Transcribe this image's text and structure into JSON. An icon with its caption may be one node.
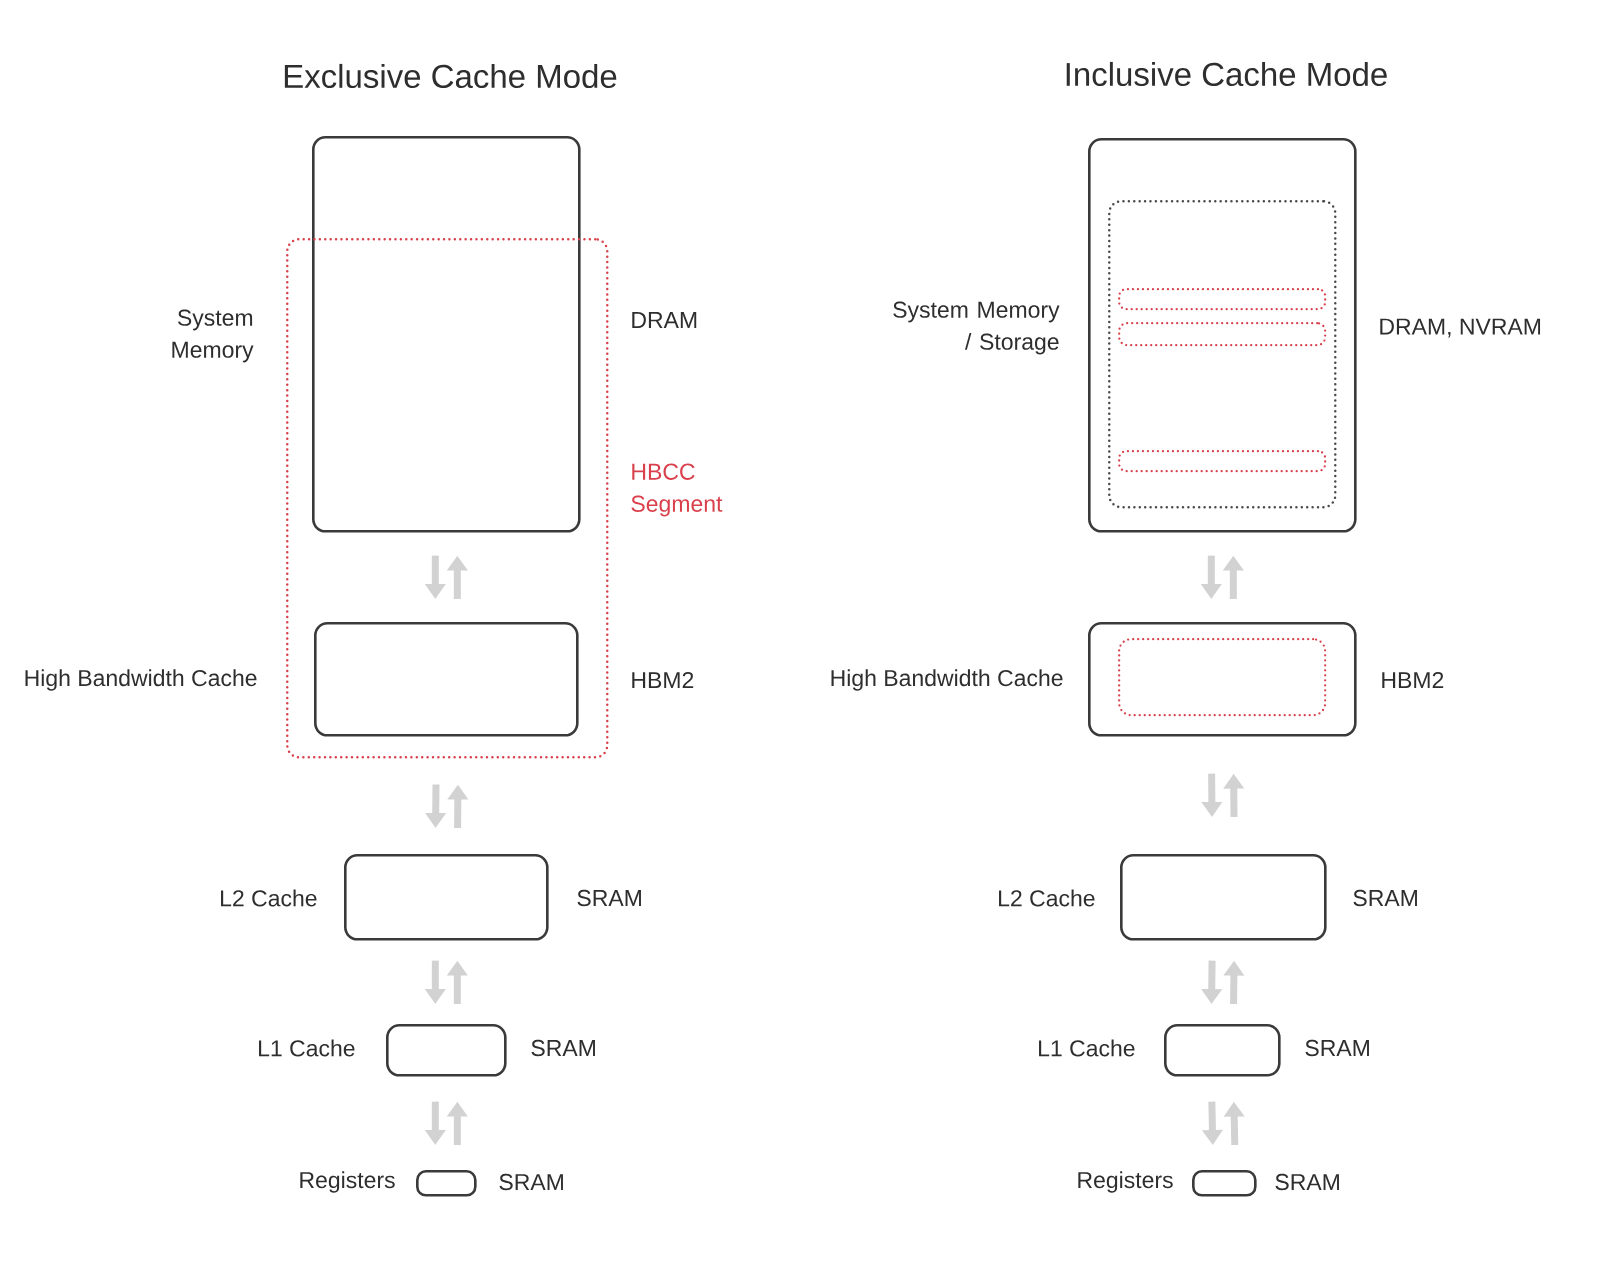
{
  "diagram": {
    "nodes": [
      {
        "text": [],
        "shape": "box",
        "beside": [
          "System Memory",
          "DRAM"
        ]
      },
      {
        "text": [],
        "shape": "box",
        "beside": [
          "HBCC Segment"
        ]
      },
      {
        "text": [],
        "shape": "box",
        "in": 1,
        "beside": [
          "High Bandwidth Cache",
          "HBM2"
        ]
      },
      {
        "text": [],
        "shape": "box",
        "beside": [
          "L2 Cache",
          "SRAM"
        ]
      },
      {
        "text": [],
        "shape": "box",
        "beside": [
          "L1 Cache",
          "SRAM"
        ]
      },
      {
        "text": [],
        "shape": "box",
        "beside": [
          "Registers",
          "SRAM"
        ]
      },
      {
        "text": [],
        "shape": "box",
        "beside": [
          "System Memory / Storage",
          "DRAM, NVRAM"
        ]
      },
      {
        "text": [],
        "shape": "box",
        "in": 6
      },
      {
        "text": [],
        "shape": "box",
        "in": 7
      },
      {
        "text": [],
        "shape": "box",
        "in": 7
      },
      {
        "text": [],
        "shape": "box",
        "in": 7
      },
      {
        "text": [],
        "shape": "box",
        "beside": [
          "High Bandwidth Cache",
          "HBM2"
        ]
      },
      {
        "text": [],
        "shape": "box",
        "in": 11
      },
      {
        "text": [],
        "shape": "box",
        "beside": [
          "L2 Cache",
          "SRAM"
        ]
      },
      {
        "text": [],
        "shape": "box",
        "beside": [
          "L1 Cache",
          "SRAM"
        ]
      },
      {
        "text": [],
        "shape": "box",
        "beside": [
          "Registers",
          "SRAM"
        ]
      }
    ],
    "edges": [
      {
        "from": 0,
        "to": 2,
        "arrow": "to"
      },
      {
        "from": 2,
        "to": 0,
        "arrow": "to"
      },
      {
        "from": 1,
        "to": 3,
        "arrow": "to"
      },
      {
        "from": 3,
        "to": 1,
        "arrow": "to"
      },
      {
        "from": 3,
        "to": 4,
        "arrow": "to"
      },
      {
        "from": 4,
        "to": 3,
        "arrow": "to"
      },
      {
        "from": 4,
        "to": 5,
        "arrow": "to"
      },
      {
        "from": 5,
        "to": 4,
        "arrow": "to"
      },
      {
        "from": 6,
        "to": 11,
        "arrow": "to"
      },
      {
        "from": 11,
        "to": 6,
        "arrow": "to"
      },
      {
        "from": 11,
        "to": 13,
        "arrow": "to"
      },
      {
        "from": 13,
        "to": 11,
        "arrow": "to"
      },
      {
        "from": 13,
        "to": 14,
        "arrow": "to"
      },
      {
        "from": 14,
        "to": 13,
        "arrow": "to"
      },
      {
        "from": 14,
        "to": 15,
        "arrow": "to"
      },
      {
        "from": 15,
        "to": 14,
        "arrow": "to"
      }
    ],
    "labels": [
      "Exclusive Cache Mode",
      "Inclusive Cache Mode"
    ]
  }
}
